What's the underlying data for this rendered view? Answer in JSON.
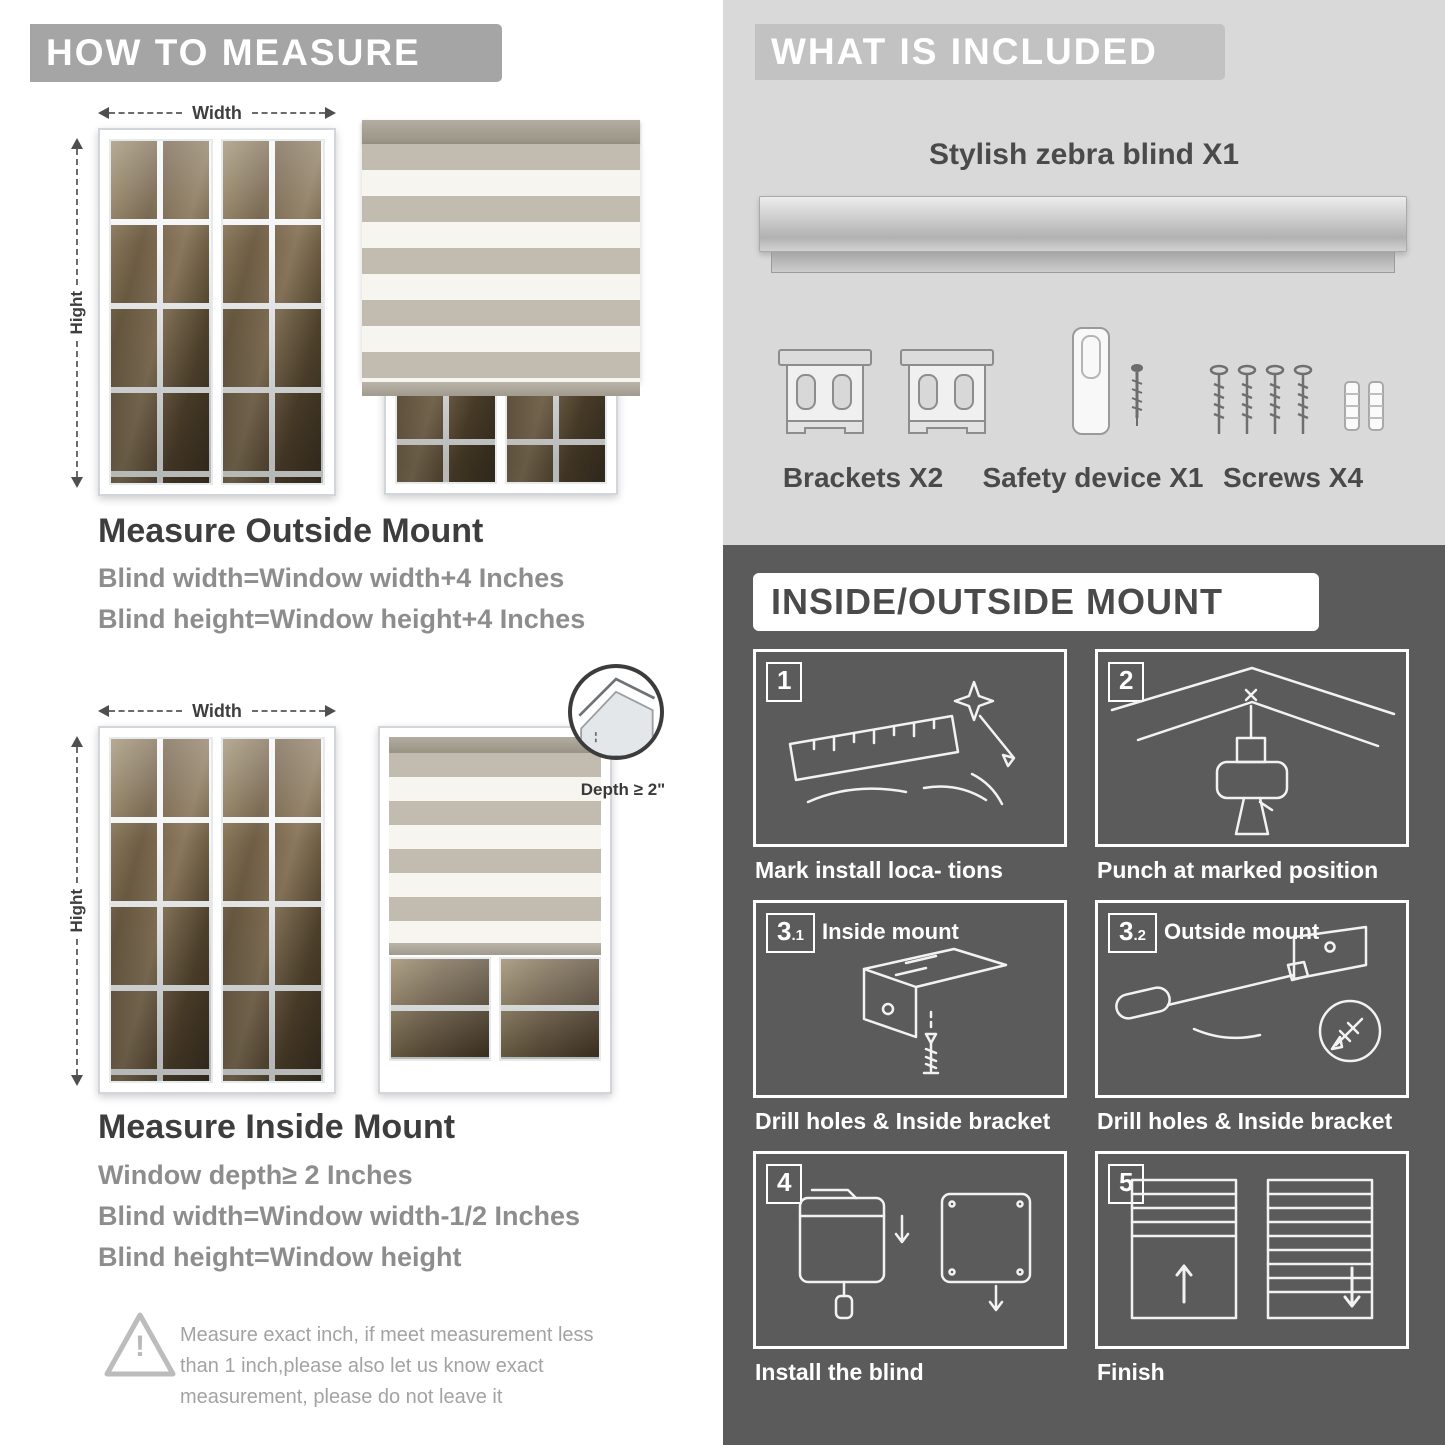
{
  "colors": {
    "left_header_bar": "#a5a5a5",
    "included_bg": "#d9d9d9",
    "included_header_bar": "#c2c2c2",
    "mount_bg": "#5b5b5b",
    "heading_text": "#3d3d3d",
    "sub_text": "#8d8d8d",
    "blind_stripe": "#c1bbb0"
  },
  "left": {
    "header": "HOW TO MEASURE",
    "outside": {
      "width_label": "Width",
      "height_label": "Hight",
      "title": "Measure Outside Mount",
      "formula_width": "Blind width=Window width+4 Inches",
      "formula_height": "Blind height=Window height+4 Inches"
    },
    "inside": {
      "width_label": "Width",
      "height_label": "Hight",
      "depth_callout": "Depth ≥ 2\"",
      "title": "Measure Inside Mount",
      "depth_note": "Window depth≥ 2 Inches",
      "formula_width": "Blind width=Window width-1/2 Inches",
      "formula_height": "Blind height=Window height"
    },
    "warning": {
      "mark": "!",
      "text": "Measure exact inch, if meet measurement less than 1 inch,please also let us know exact measurement, please do not leave it"
    }
  },
  "right": {
    "included": {
      "header": "WHAT IS INCLUDED",
      "blind_label": "Stylish zebra blind X1",
      "items": [
        {
          "label": "Brackets X2",
          "icon": "brackets-icon"
        },
        {
          "label": "Safety device X1",
          "icon": "safety-device-icon"
        },
        {
          "label": "Screws X4",
          "icon": "screws-icon"
        }
      ]
    },
    "mount": {
      "header": "INSIDE/OUTSIDE MOUNT",
      "steps": [
        {
          "num": "1",
          "caption": "Mark install loca- tions",
          "icon": "mark-ruler-icon"
        },
        {
          "num": "2",
          "caption": "Punch at  marked position",
          "icon": "drill-icon"
        },
        {
          "num": "3",
          "sub": ".1",
          "label": "Inside mount",
          "caption": "Drill holes &  Inside bracket",
          "icon": "inside-bracket-icon"
        },
        {
          "num": "3",
          "sub": ".2",
          "label": "Outside mount",
          "caption": "Drill holes &  Inside bracket",
          "icon": "outside-bracket-icon"
        },
        {
          "num": "4",
          "caption": "Install the blind",
          "icon": "install-blind-icon"
        },
        {
          "num": "5",
          "caption": "Finish",
          "icon": "finish-blinds-icon"
        }
      ]
    }
  }
}
